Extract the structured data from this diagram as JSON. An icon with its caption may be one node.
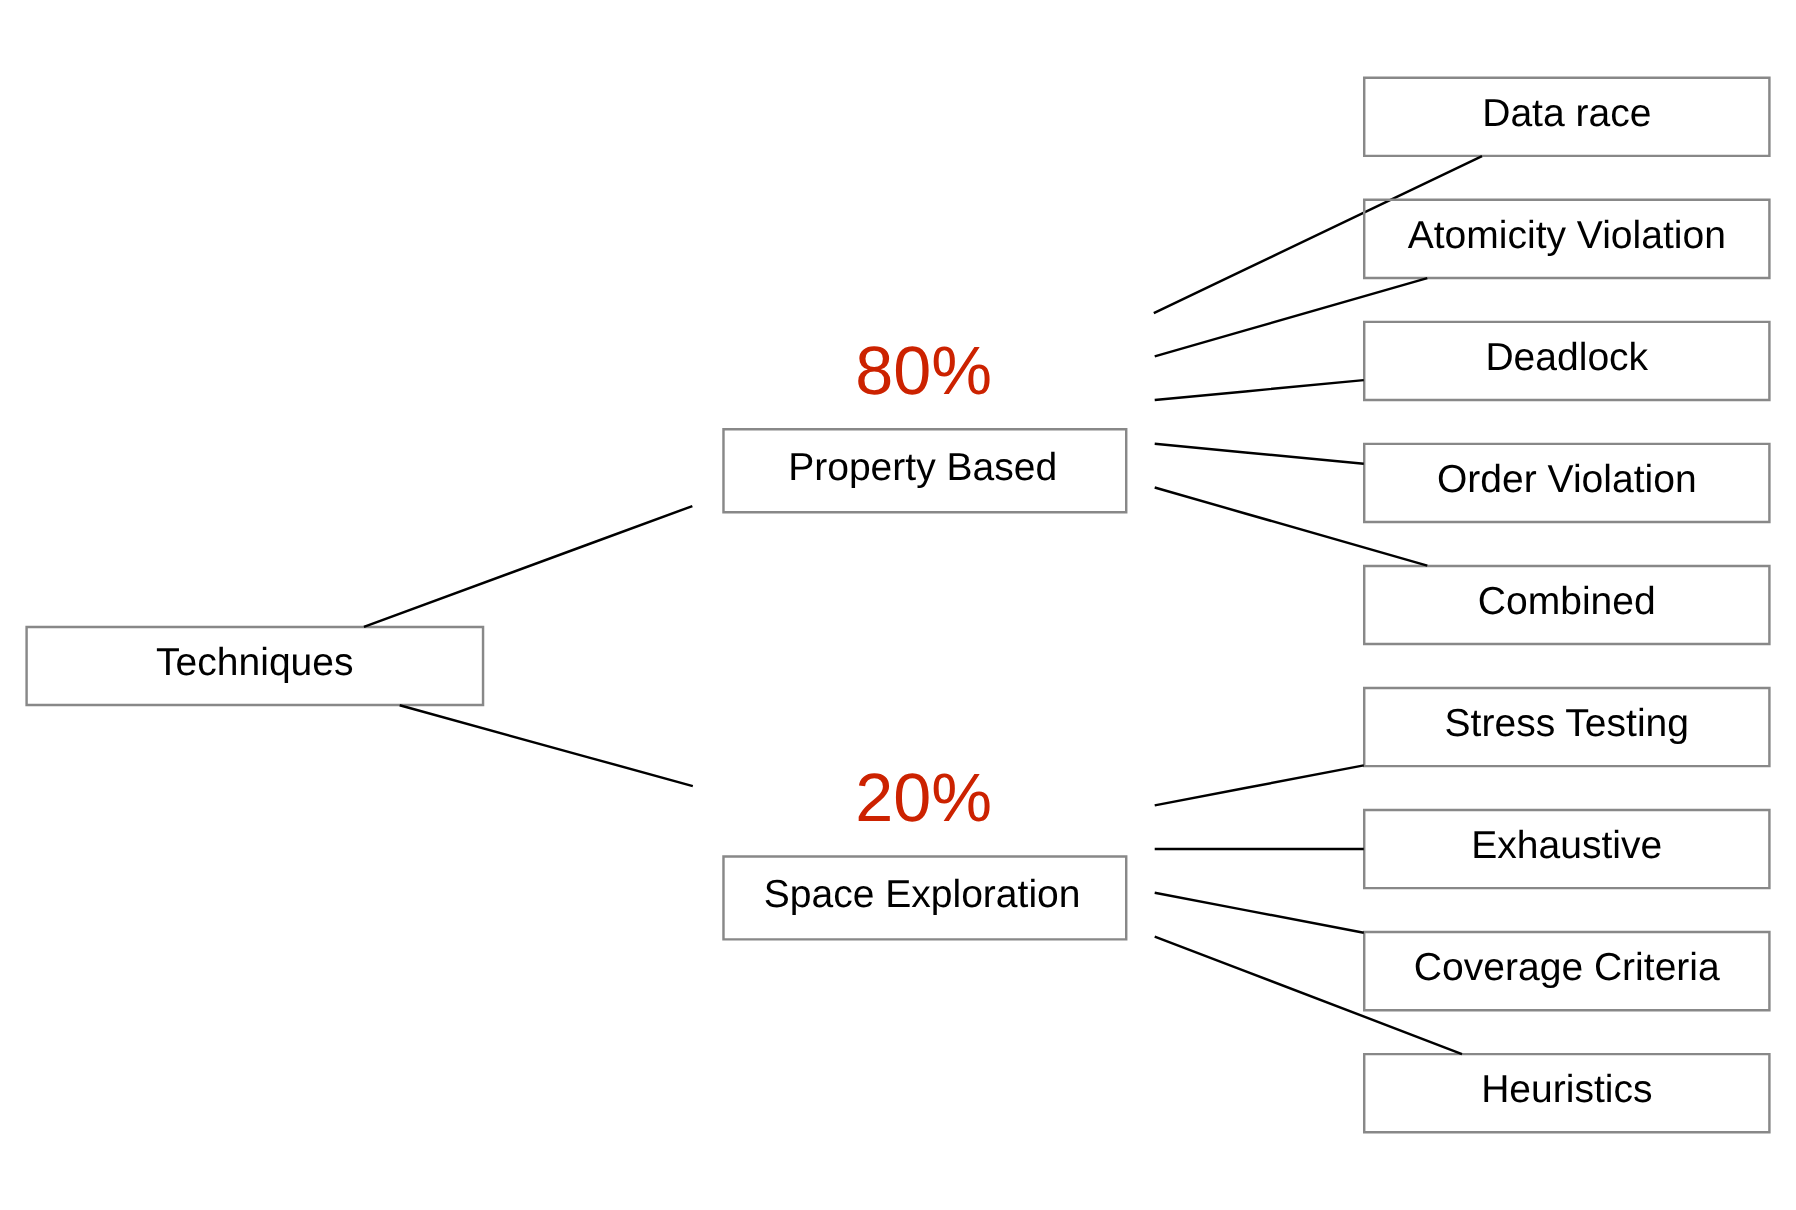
{
  "diagram": {
    "nodes": [
      {
        "text": [
          "Techniques"
        ]
      },
      {
        "text": [
          "Property Based"
        ],
        "beside": [
          "80%"
        ]
      },
      {
        "text": [
          "Space Exploration"
        ],
        "beside": [
          "20%"
        ]
      },
      {
        "text": [
          "Data race"
        ]
      },
      {
        "text": [
          "Atomicity Violation"
        ]
      },
      {
        "text": [
          "Deadlock"
        ]
      },
      {
        "text": [
          "Order Violation"
        ]
      },
      {
        "text": [
          "Combined"
        ]
      },
      {
        "text": [
          "Stress Testing"
        ]
      },
      {
        "text": [
          "Exhaustive"
        ]
      },
      {
        "text": [
          "Coverage Criteria"
        ]
      },
      {
        "text": [
          "Heuristics"
        ]
      }
    ],
    "edges": [
      {
        "from": 0,
        "to": 1,
        "arrow": "none"
      },
      {
        "from": 0,
        "to": 2,
        "arrow": "none"
      },
      {
        "from": 1,
        "to": 3,
        "arrow": "none"
      },
      {
        "from": 1,
        "to": 4,
        "arrow": "none"
      },
      {
        "from": 1,
        "to": 5,
        "arrow": "none"
      },
      {
        "from": 1,
        "to": 6,
        "arrow": "none"
      },
      {
        "from": 1,
        "to": 7,
        "arrow": "none"
      },
      {
        "from": 2,
        "to": 8,
        "arrow": "none"
      },
      {
        "from": 2,
        "to": 9,
        "arrow": "none"
      },
      {
        "from": 2,
        "to": 10,
        "arrow": "none"
      },
      {
        "from": 2,
        "to": 11,
        "arrow": "none"
      }
    ]
  }
}
